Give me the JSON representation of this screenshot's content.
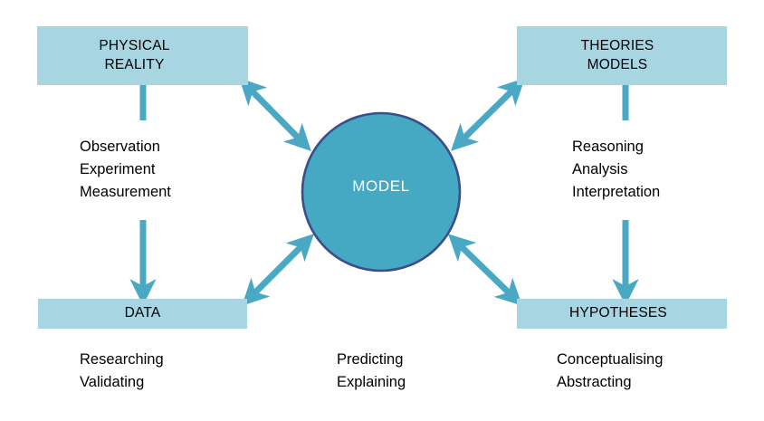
{
  "diagram": {
    "title": "Modelling cycle diagram",
    "colors": {
      "box_fill": "#a8d5e2",
      "circle_fill": "#45a9c4",
      "circle_stroke": "#3c4d8c",
      "arrow": "#4aa8c4",
      "text": "#000000",
      "circle_text": "#ffffff",
      "background": "#ffffff"
    },
    "center_node": {
      "label": "MODEL",
      "shape": "circle"
    },
    "boxes": [
      {
        "id": "physical-reality",
        "label": "PHYSICAL\nREALITY",
        "position": "top-left"
      },
      {
        "id": "theories-models",
        "label": "THEORIES\nMODELS",
        "position": "top-right"
      },
      {
        "id": "data",
        "label": "DATA",
        "position": "bottom-left"
      },
      {
        "id": "hypotheses",
        "label": "HYPOTHESES",
        "position": "bottom-right"
      }
    ],
    "captions": [
      {
        "id": "observation",
        "text": "Observation\nExperiment\nMeasurement",
        "position": "left-upper"
      },
      {
        "id": "reasoning",
        "text": "Reasoning\nAnalysis\nInterpretation",
        "position": "right-upper"
      },
      {
        "id": "researching",
        "text": "Researching\nValidating",
        "position": "bottom-left"
      },
      {
        "id": "predicting",
        "text": "Predicting\nExplaining",
        "position": "bottom-center"
      },
      {
        "id": "conceptualising",
        "text": "Conceptualising\nAbstracting",
        "position": "bottom-right"
      }
    ],
    "connectors": [
      {
        "id": "physical-reality-to-data",
        "from": "physical-reality",
        "to": "data",
        "style": "single-arrow-down"
      },
      {
        "id": "theories-models-to-hypotheses",
        "from": "theories-models",
        "to": "hypotheses",
        "style": "single-arrow-down"
      },
      {
        "id": "model-to-physical-reality",
        "from": "model",
        "to": "physical-reality",
        "style": "double-arrow"
      },
      {
        "id": "model-to-theories-models",
        "from": "model",
        "to": "theories-models",
        "style": "double-arrow"
      },
      {
        "id": "model-to-data",
        "from": "model",
        "to": "data",
        "style": "double-arrow"
      },
      {
        "id": "model-to-hypotheses",
        "from": "model",
        "to": "hypotheses",
        "style": "double-arrow"
      }
    ]
  }
}
